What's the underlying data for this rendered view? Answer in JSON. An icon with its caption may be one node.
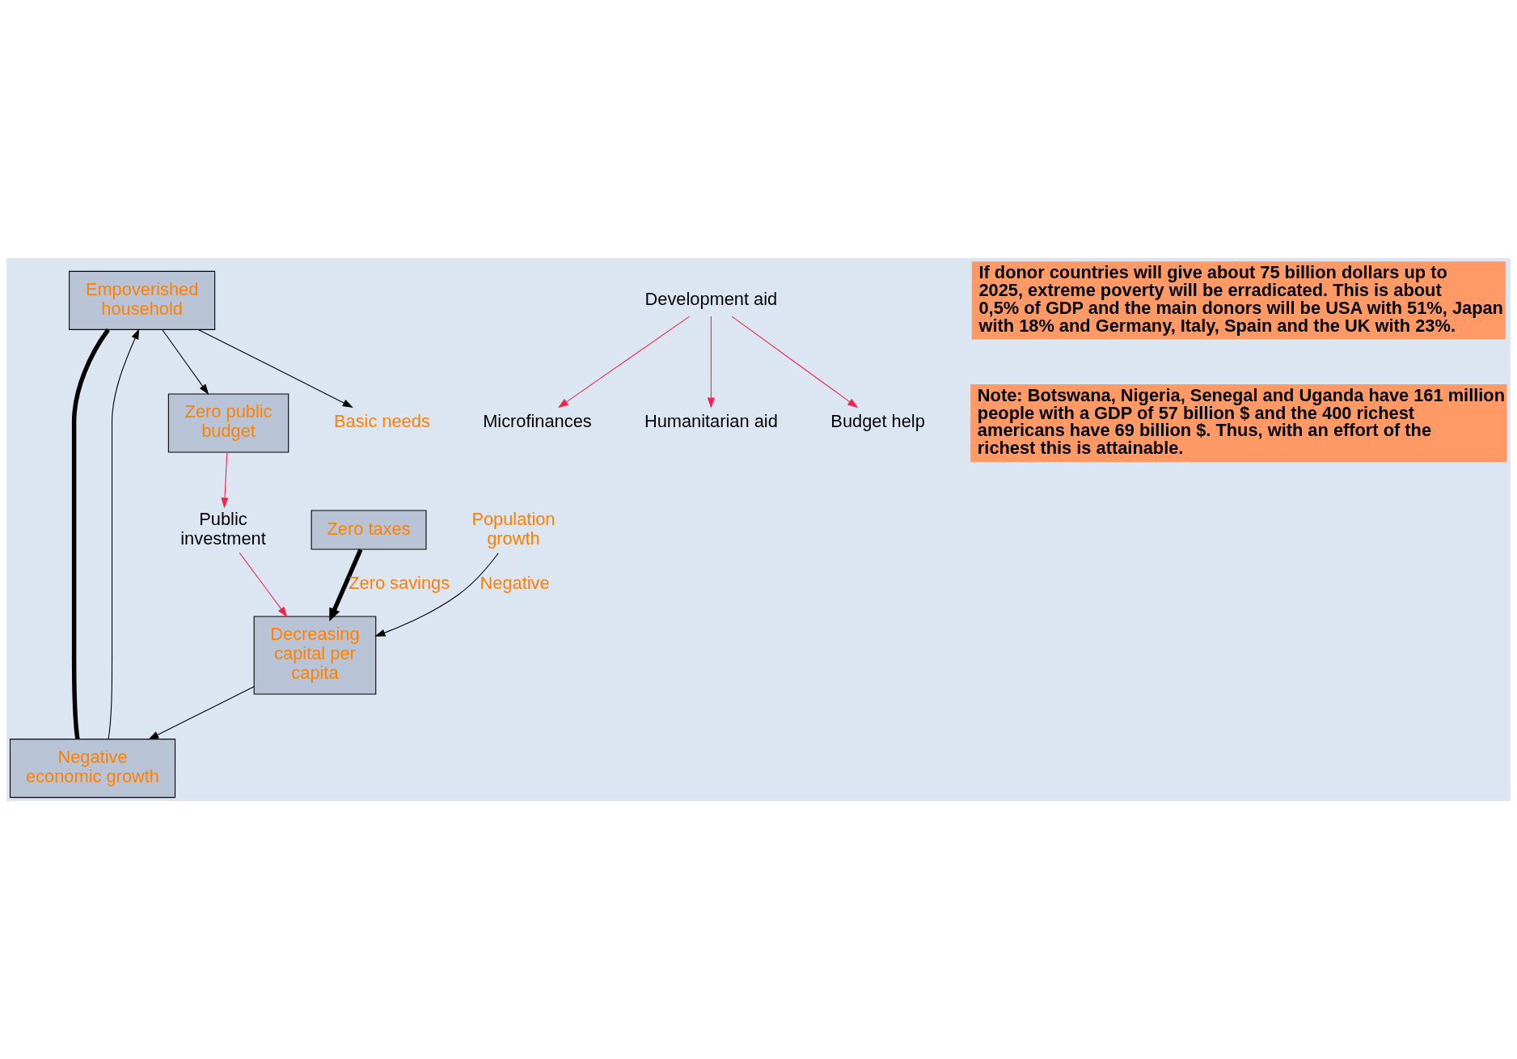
{
  "diagram": {
    "nodes": [
      {
        "text": [
          "Empoverished household"
        ]
      },
      {
        "text": [
          "Negative economic growth"
        ]
      },
      {
        "text": [
          "Decreasing capital per capita"
        ]
      },
      {
        "text": [
          "Zero taxes"
        ]
      },
      {
        "text": [
          "Zero public budget"
        ]
      },
      {
        "text": [
          "Basic needs"
        ]
      },
      {
        "text": [
          "Population growth"
        ]
      },
      {
        "text": [
          "Microfinances"
        ]
      },
      {
        "text": [
          "Public investment"
        ]
      },
      {
        "text": [
          "Humanitarian aid"
        ]
      },
      {
        "text": [
          "Development aid"
        ]
      },
      {
        "text": [
          "Budget help"
        ]
      }
    ],
    "edges": [
      {
        "from": 0,
        "to": 5,
        "arrow": "to"
      },
      {
        "from": 1,
        "to": 0,
        "arrow": "to"
      },
      {
        "from": 2,
        "to": 1,
        "arrow": "to"
      },
      {
        "from": 0,
        "to": 1,
        "arrow": "none",
        "style": "thick"
      },
      {
        "from": 0,
        "to": 4,
        "arrow": "to"
      },
      {
        "from": 6,
        "to": 2,
        "arrow": "to",
        "label": "Negative"
      },
      {
        "from": 3,
        "to": 2,
        "arrow": "to",
        "label": "Zero savings",
        "style": "thick"
      },
      {
        "from": 4,
        "to": 8,
        "arrow": "to",
        "color": "#f5234a"
      },
      {
        "from": 8,
        "to": 2,
        "arrow": "to",
        "color": "#f5234a"
      },
      {
        "from": 10,
        "to": 9,
        "arrow": "to",
        "color": "#f5234a"
      },
      {
        "from": 10,
        "to": 7,
        "arrow": "to",
        "color": "#f5234a"
      },
      {
        "from": 10,
        "to": 11,
        "arrow": "to",
        "color": "#f5234a"
      }
    ],
    "labels": [
      "If donor countries will give about 75 billion dollars up to 2025, extreme poverty will be erradicated. This is about 0,5% of GDP and the main donors will be USA with 51%, Japan with 18% and Germany, Italy, Spain and the UK with 23%.",
      "Note: Botswana, Nigeria, Senegal and Uganda have 161 million people with a GDP of 57 billion $ and the 400 richest americans have 69 billion $. Thus, with an effort of the richest this is attainable."
    ]
  }
}
